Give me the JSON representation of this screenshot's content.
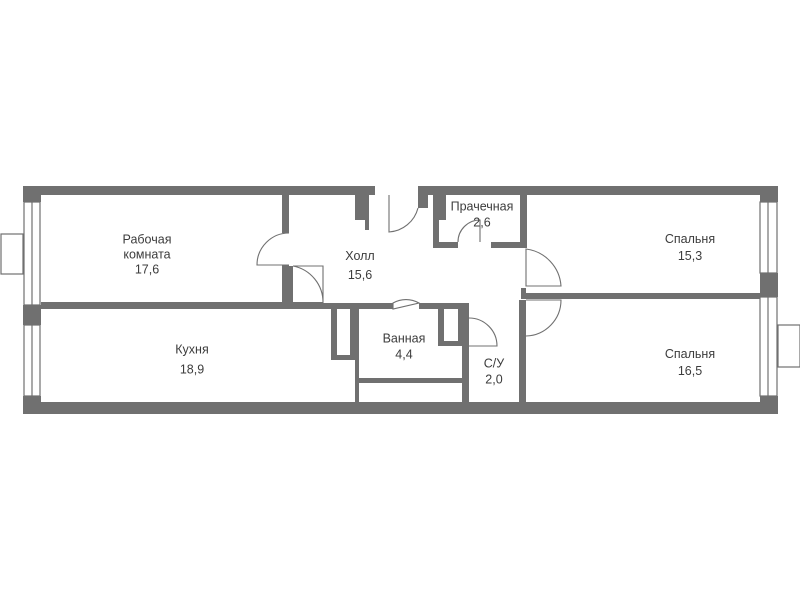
{
  "plan": {
    "wall_color": "#707070",
    "text_color": "#3c3c3c",
    "rooms": [
      {
        "id": "study",
        "name_lines": [
          "Рабочая",
          "комната"
        ],
        "area": "17,6"
      },
      {
        "id": "hall",
        "name_lines": [
          "Холл"
        ],
        "area": "15,6"
      },
      {
        "id": "laundry",
        "name_lines": [
          "Прачечная"
        ],
        "area": "2,6"
      },
      {
        "id": "bedroom1",
        "name_lines": [
          "Спальня"
        ],
        "area": "15,3"
      },
      {
        "id": "kitchen",
        "name_lines": [
          "Кухня"
        ],
        "area": "18,9"
      },
      {
        "id": "bathroom",
        "name_lines": [
          "Ванная"
        ],
        "area": "4,4"
      },
      {
        "id": "wc",
        "name_lines": [
          "С/У"
        ],
        "area": "2,0"
      },
      {
        "id": "bedroom2",
        "name_lines": [
          "Спальня"
        ],
        "area": "16,5"
      }
    ]
  }
}
